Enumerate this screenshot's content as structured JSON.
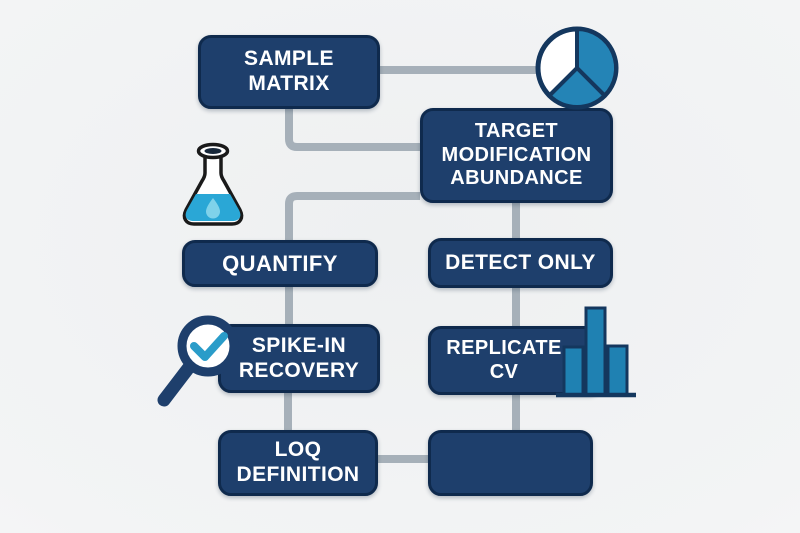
{
  "diagram_type": "flowchart",
  "nodes": {
    "sample_matrix": {
      "label": "SAMPLE\nMATRIX"
    },
    "target_modification_abundance": {
      "label": "TARGET\nMODIFICATION\nABUNDANCE"
    },
    "quantify": {
      "label": "QUANTIFY"
    },
    "detect_only": {
      "label": "DETECT ONLY"
    },
    "spike_in_recovery": {
      "label": "SPIKE-IN\nRECOVERY"
    },
    "replicate_cv": {
      "label": "REPLICATE\nCV"
    },
    "loq_definition": {
      "label": "LOQ\nDEFINITION"
    },
    "end_node": {
      "label": ""
    }
  },
  "edges": [
    {
      "from": "sample_matrix",
      "to": "target_modification_abundance"
    },
    {
      "from": "sample_matrix",
      "to": "pie_chart_icon"
    },
    {
      "from": "target_modification_abundance",
      "to": "quantify"
    },
    {
      "from": "quantify",
      "to": "spike_in_recovery"
    },
    {
      "from": "spike_in_recovery",
      "to": "loq_definition"
    },
    {
      "from": "target_modification_abundance",
      "to": "detect_only"
    },
    {
      "from": "detect_only",
      "to": "replicate_cv"
    },
    {
      "from": "replicate_cv",
      "to": "end_node"
    },
    {
      "from": "loq_definition",
      "to": "end_node"
    }
  ],
  "icons": [
    {
      "name": "pie-chart-icon",
      "slices": [
        "blue",
        "blue",
        "white"
      ]
    },
    {
      "name": "flask-icon",
      "content": "blue liquid"
    },
    {
      "name": "magnifier-check-icon",
      "mark": "checkmark"
    },
    {
      "name": "bar-chart-icon",
      "bars": 3,
      "tallest": "middle"
    }
  ],
  "colors": {
    "node_fill": "#1e3f6c",
    "node_border": "#0f2a4d",
    "node_text": "#ffffff",
    "connector": "#a6b0b9",
    "accent_blue": "#2484b6",
    "liquid_blue": "#2aa7d6",
    "check_teal": "#2a9cc9",
    "bar_fill": "#1f81b2",
    "background": "#f2f3f4"
  }
}
